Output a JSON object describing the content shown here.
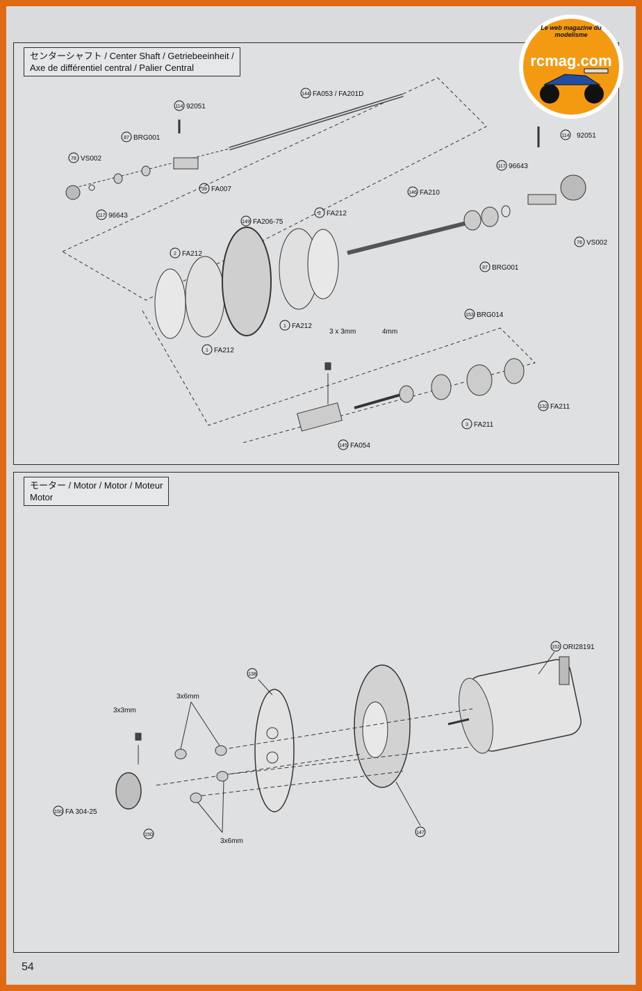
{
  "page_number": "54",
  "logo": {
    "tagline": "Le web magazine du modelisme",
    "brand": "rcmag.com"
  },
  "center_shaft": {
    "title": "センターシャフト / Center Shaft / Getriebeeinheit /\nAxe de différentiel central / Palier Central",
    "callouts": [
      {
        "num": "114",
        "label": "92051"
      },
      {
        "num": "144",
        "label": "FA053 / FA201D"
      },
      {
        "num": "87",
        "label": "BRG001"
      },
      {
        "num": "78",
        "label": "VS002"
      },
      {
        "num": "39",
        "label": "FA007"
      },
      {
        "num": "117",
        "label": "96643"
      },
      {
        "num": "114",
        "label": "92051"
      },
      {
        "num": "117",
        "label": "96643"
      },
      {
        "num": "146",
        "label": "FA210"
      },
      {
        "num": "149",
        "label": "FA206-75"
      },
      {
        "num": "2",
        "label": "FA212"
      },
      {
        "num": "2",
        "label": "FA212"
      },
      {
        "num": "78",
        "label": "VS002"
      },
      {
        "num": "87",
        "label": "BRG001"
      },
      {
        "num": "1",
        "label": "FA212"
      },
      {
        "num": "1",
        "label": "FA212"
      },
      {
        "num": "153",
        "label": "BRG014"
      },
      {
        "num": "132",
        "label": "FA211"
      },
      {
        "num": "3",
        "label": "FA211"
      },
      {
        "num": "145",
        "label": "FA054"
      }
    ],
    "notes": [
      "3 x 3mm",
      "4mm"
    ]
  },
  "motor": {
    "title": "モーター / Motor / Motor / Moteur\nMotor",
    "callouts": [
      {
        "num": "152",
        "label": "ORI28191"
      },
      {
        "num": "138",
        "label": ""
      },
      {
        "num": "150",
        "label": "FA 304-25"
      },
      {
        "num": "150",
        "label": ""
      },
      {
        "num": "147",
        "label": ""
      }
    ],
    "notes": [
      "3x6mm",
      "3x3mm",
      "3x6mm"
    ]
  }
}
